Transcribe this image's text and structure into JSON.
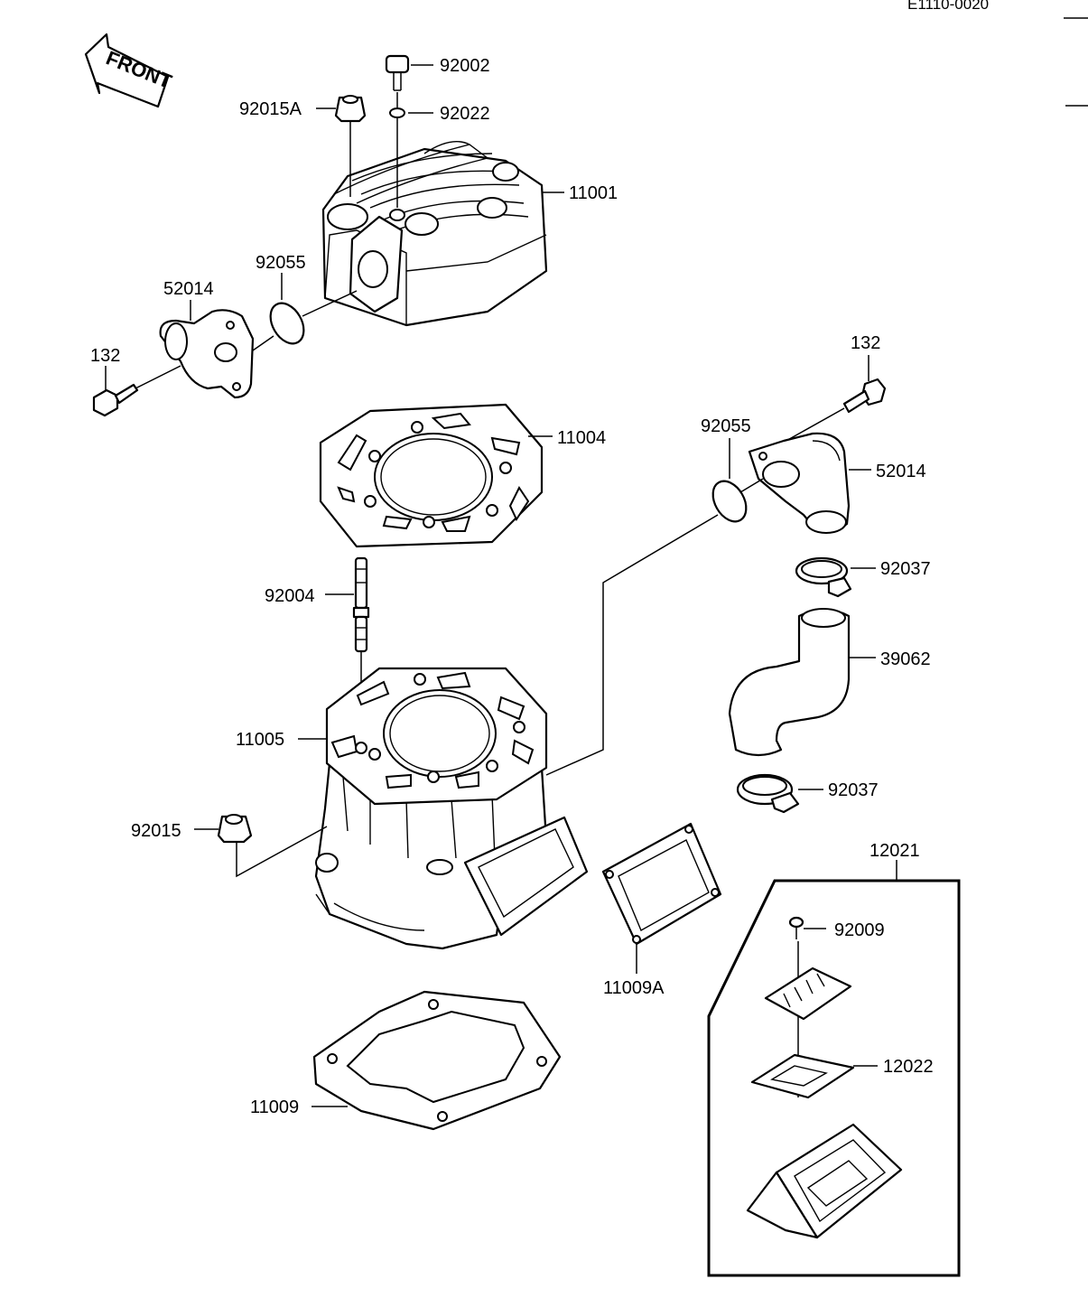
{
  "figure_code": "E1110-0020",
  "front_label": "FRONT",
  "labels": {
    "p92002": "92002",
    "p92022": "92022",
    "p92015A": "92015A",
    "p11001": "11001",
    "p92055_left": "92055",
    "p52014_left": "52014",
    "p132_left": "132",
    "p11004": "11004",
    "p132_right": "132",
    "p92055_right": "92055",
    "p52014_right": "52014",
    "p92037_top": "92037",
    "p92004": "92004",
    "p39062": "39062",
    "p11005": "11005",
    "p92037_bottom": "92037",
    "p92015": "92015",
    "p12021": "12021",
    "p92009": "92009",
    "p11009A": "11009A",
    "p12022": "12022",
    "p11009": "11009"
  }
}
